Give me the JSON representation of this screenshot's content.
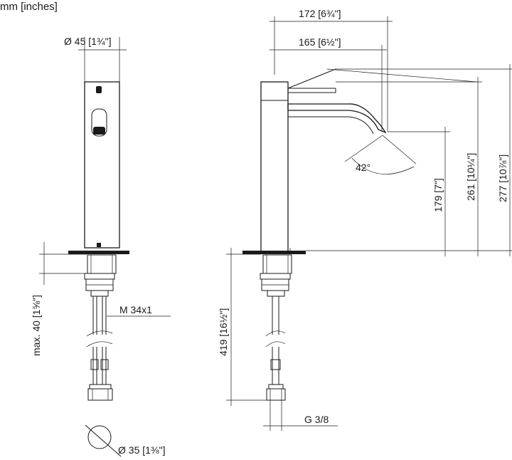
{
  "units_label": "mm [inches]",
  "front_view": {
    "body_diameter": "Ø 45 [1¾\"]",
    "thread_label": "M 34x1",
    "mounting_depth": "max. 40 [1⅝\"]",
    "hole_diameter": "Ø 35 [1⅜\"]"
  },
  "side_view": {
    "reach_total": "172 [6¾\"]",
    "reach_spout": "165 [6½\"]",
    "spout_angle": "42°",
    "height_outlet": "179 [7\"]",
    "height_spout_top": "261 [10¼\"]",
    "height_lever": "277 [10⅞\"]",
    "hose_length": "419 [16½\"]",
    "connection": "G 3/8"
  }
}
